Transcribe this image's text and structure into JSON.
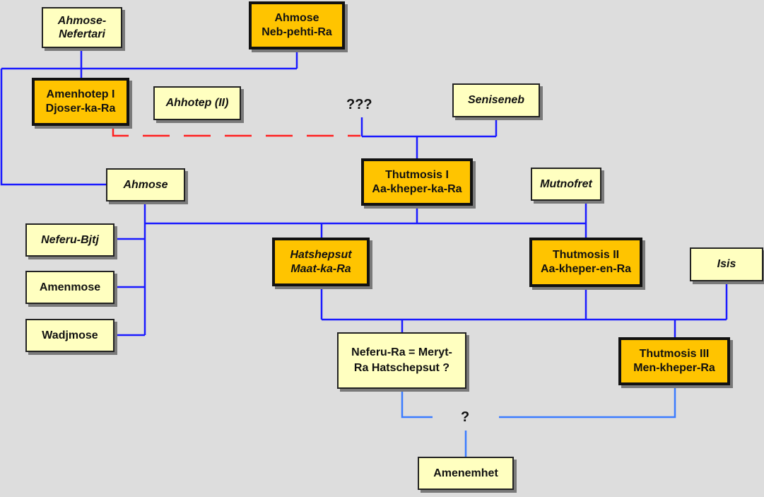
{
  "people": {
    "ahmose_nefertari": "Ahmose-Nefertari",
    "ahmose_nebpehtira": {
      "line1": "Ahmose",
      "line2": "Neb-pehti-Ra"
    },
    "amenhotep_i": {
      "line1": "Amenhotep I",
      "line2": "Djoser-ka-Ra"
    },
    "ahhotep_ii": "Ahhotep (II)",
    "seniseneb": "Seniseneb",
    "ahmose_queen": "Ahmose",
    "thutmosis_i": {
      "line1": "Thutmosis I",
      "line2": "Aa-kheper-ka-Ra"
    },
    "mutnofret": "Mutnofret",
    "neferu_bjtj": "Neferu-Bjtj",
    "amenmose": "Amenmose",
    "wadjmose": "Wadjmose",
    "hatshepsut": {
      "line1": "Hatshepsut",
      "line2": "Maat-ka-Ra"
    },
    "thutmosis_ii": {
      "line1": "Thutmosis II",
      "line2": "Aa-kheper-en-Ra"
    },
    "isis": "Isis",
    "neferura": {
      "line1": "Neferu-Ra = Meryt-",
      "line2": "Ra Hatschepsut ?"
    },
    "thutmosis_iii": {
      "line1": "Thutmosis III",
      "line2": "Men-kheper-Ra"
    },
    "amenemhet": "Amenemhet"
  },
  "unknowns": {
    "triple": "???",
    "single": "?"
  },
  "colors": {
    "king_fill": "#ffc400",
    "queen_fill": "#ffffc0",
    "line_blue": "#1a1aff",
    "line_lightblue": "#3b7cff",
    "line_red": "#ff2020",
    "background": "#dddddd"
  }
}
